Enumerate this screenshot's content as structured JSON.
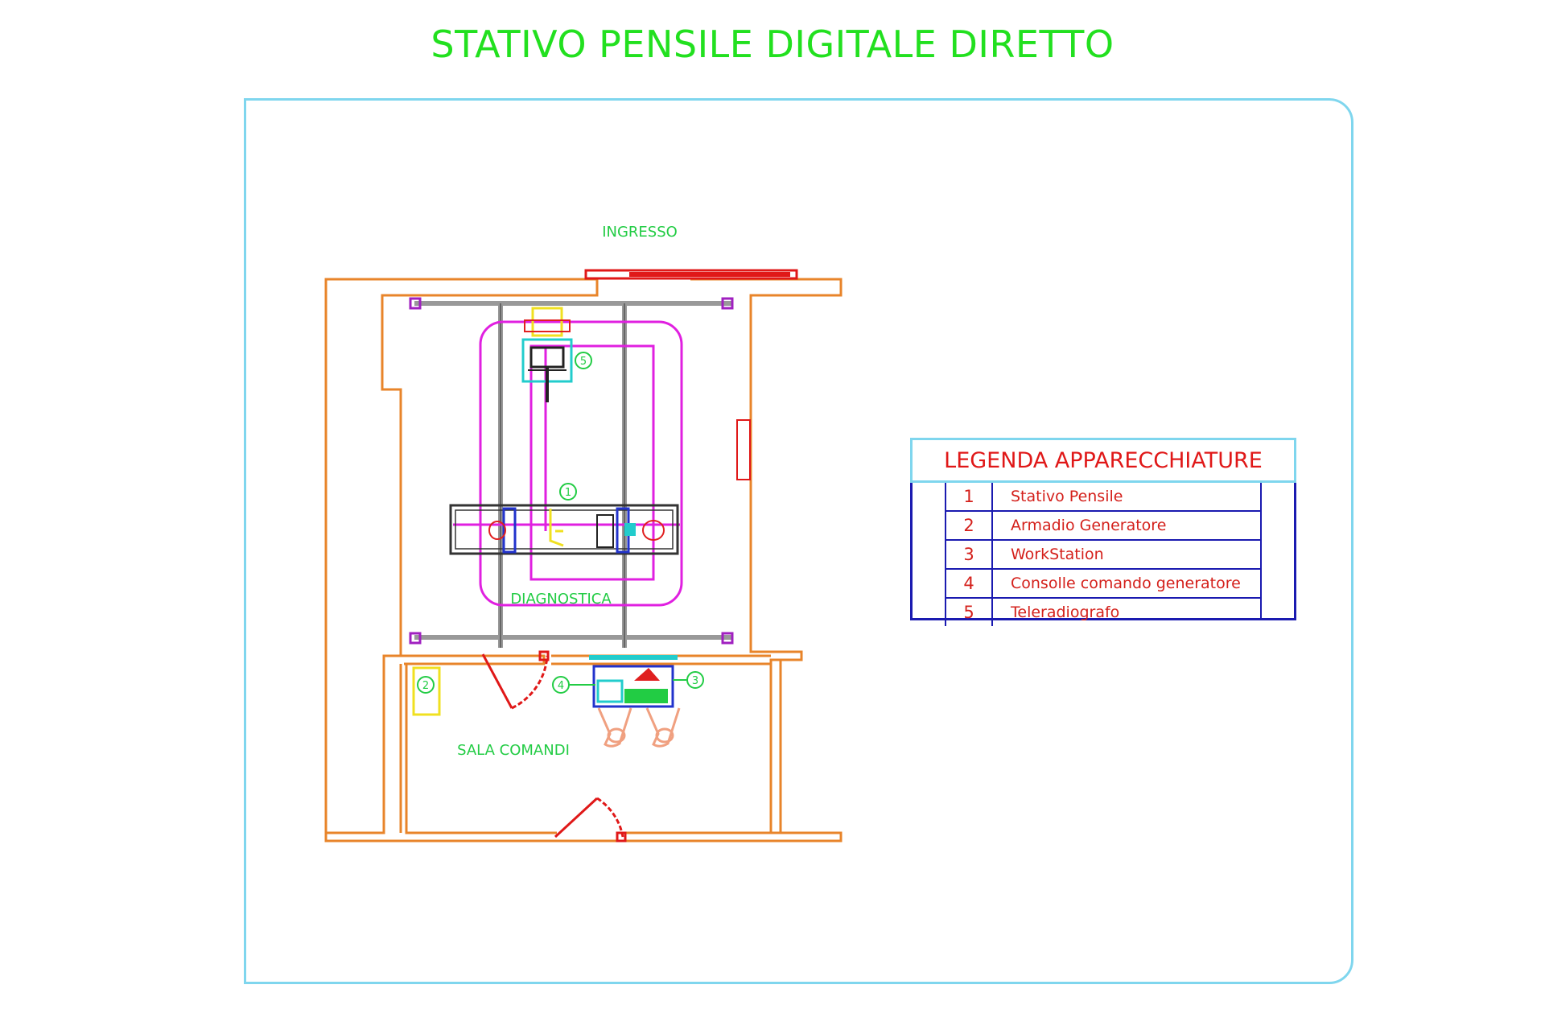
{
  "title": "STATIVO PENSILE DIGITALE DIRETTO",
  "rooms": {
    "entrance": "INGRESSO",
    "diagnostic": "DIAGNOSTICA",
    "control": "SALA COMANDI"
  },
  "markers": [
    "1",
    "2",
    "3",
    "4",
    "5"
  ],
  "legend": {
    "title": "LEGENDA APPARECCHIATURE",
    "items": [
      {
        "num": "1",
        "label": "Stativo Pensile"
      },
      {
        "num": "2",
        "label": "Armadio Generatore"
      },
      {
        "num": "3",
        "label": "WorkStation"
      },
      {
        "num": "4",
        "label": "Consolle comando generatore"
      },
      {
        "num": "5",
        "label": "Teleradiografo"
      }
    ]
  },
  "colors": {
    "title": "#22e01f",
    "walls": "#e8842a",
    "frame": "#7fd6ee",
    "legend_border": "#1a1ab0",
    "legend_text": "#d4201b",
    "rails": "#e020e0",
    "doors": "#e01818"
  }
}
